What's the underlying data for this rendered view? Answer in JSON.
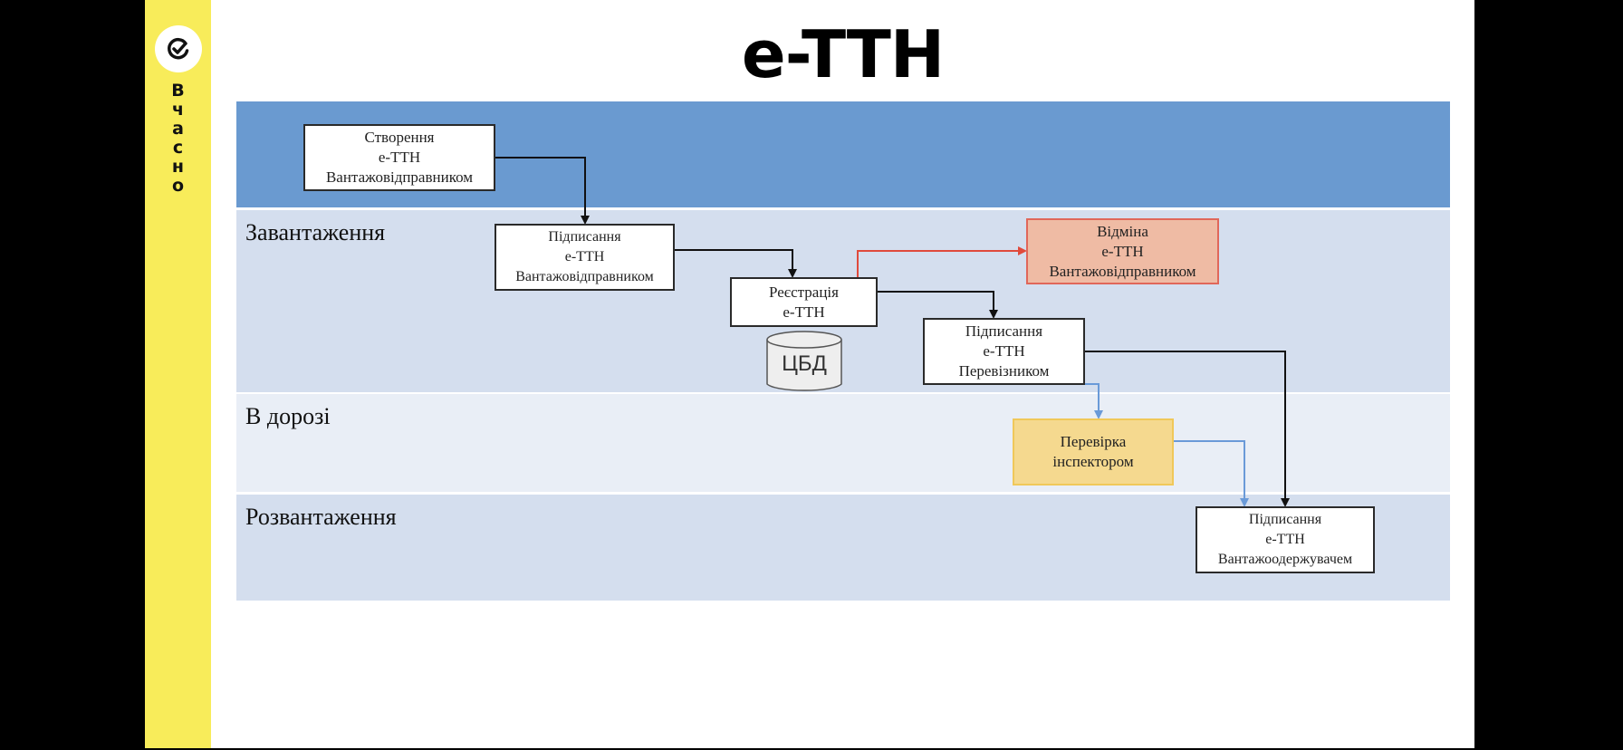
{
  "brand": {
    "logo_icon": "check-circle-logo-icon",
    "letters": [
      "В",
      "ч",
      "а",
      "с",
      "н",
      "о"
    ],
    "accent_color": "#f8ec5a"
  },
  "title": "e-TTH",
  "lanes": [
    {
      "id": "lane-create",
      "label": "",
      "color": "#6a9ad0"
    },
    {
      "id": "lane-loading",
      "label": "Завантаження",
      "color": "#d4deee"
    },
    {
      "id": "lane-on-road",
      "label": "В дорозі",
      "color": "#e9eef6"
    },
    {
      "id": "lane-unloading",
      "label": "Розвантаження",
      "color": "#d4deee"
    }
  ],
  "nodes": {
    "create": [
      "Створення",
      "е-ТТН",
      "Вантажовідправником"
    ],
    "sign_shipper": [
      "Підписання",
      "е-ТТН",
      "Вантажовідправником"
    ],
    "register": [
      "Реєстрація",
      "е-ТТН"
    ],
    "db": "ЦБД",
    "cancel": [
      "Відміна",
      "е-ТТН",
      "Вантажовідправником"
    ],
    "sign_carrier": [
      "Підписання",
      "е-ТТН",
      "Перевізником"
    ],
    "inspect": [
      "Перевірка",
      "інспектором"
    ],
    "sign_consignee": [
      "Підписання",
      "е-ТТН",
      "Вантажоодержувачем"
    ]
  },
  "edges": [
    {
      "from": "create",
      "to": "sign_shipper",
      "color": "#111111"
    },
    {
      "from": "sign_shipper",
      "to": "register",
      "color": "#111111"
    },
    {
      "from": "register",
      "to": "cancel",
      "color": "#e04a3c"
    },
    {
      "from": "register",
      "to": "sign_carrier",
      "color": "#111111"
    },
    {
      "from": "sign_carrier",
      "to": "inspect",
      "color": "#6a9ad8"
    },
    {
      "from": "sign_carrier",
      "to": "sign_consignee",
      "color": "#111111"
    },
    {
      "from": "inspect",
      "to": "sign_consignee",
      "color": "#6a9ad8"
    }
  ]
}
